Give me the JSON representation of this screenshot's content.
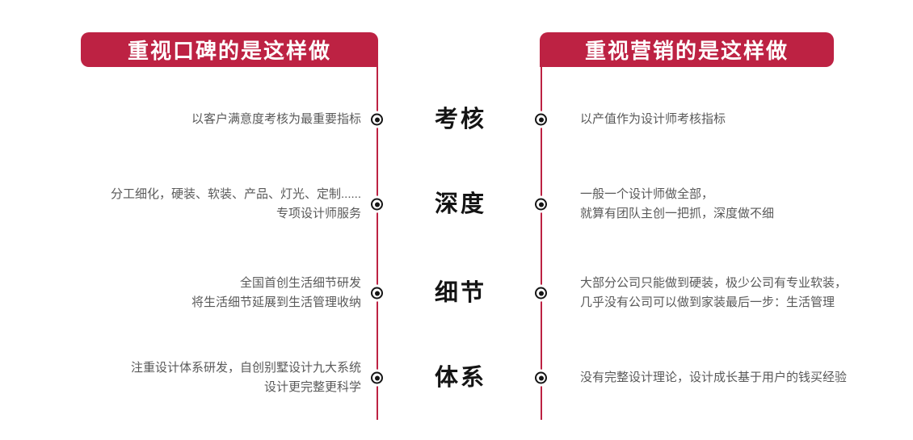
{
  "colors": {
    "accent": "#BD2243",
    "body_text": "#595959",
    "label_text": "#141414"
  },
  "headers": {
    "left": "重视口碑的是这样做",
    "right": "重视营销的是这样做"
  },
  "rows": [
    {
      "label": "考核",
      "left": "以客户满意度考核为最重要指标",
      "right": "以产值作为设计师考核指标"
    },
    {
      "label": "深度",
      "left": "分工细化，硬装、软装、产品、灯光、定制......\n专项设计师服务",
      "right": "一般一个设计师做全部，\n就算有团队主创一把抓，深度做不细"
    },
    {
      "label": "细节",
      "left": "全国首创生活细节研发\n将生活细节延展到生活管理收纳",
      "right": "大部分公司只能做到硬装，极少公司有专业软装，\n几乎没有公司可以做到家装最后一步：生活管理"
    },
    {
      "label": "体系",
      "left": "注重设计体系研发，自创别墅设计九大系统\n设计更完整更科学",
      "right": "没有完整设计理论，设计成长基于用户的钱买经验"
    }
  ],
  "icons": {
    "bullet": "radio-dot-marker"
  }
}
